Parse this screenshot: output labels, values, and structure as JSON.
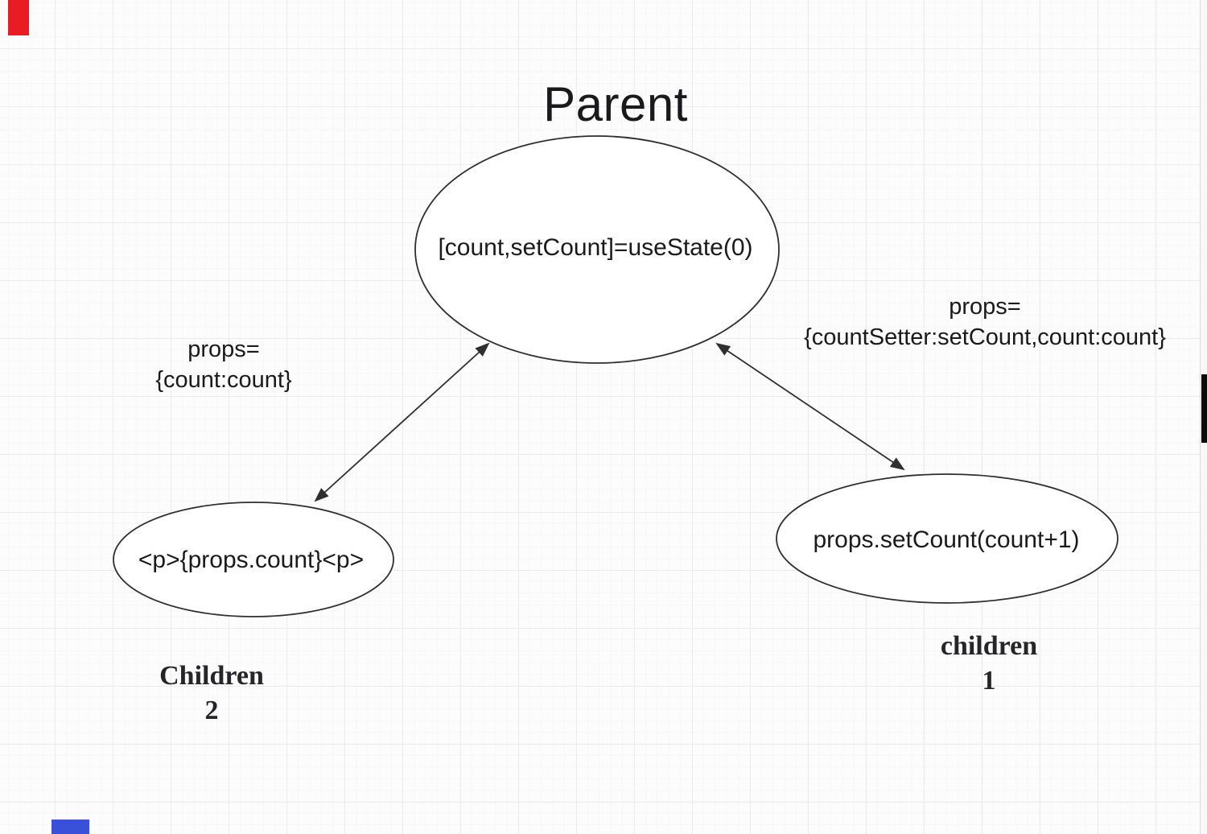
{
  "diagram": {
    "title": "Parent",
    "nodes": [
      {
        "id": "parent",
        "label": "[count,setCount]=useState(0)",
        "shape": "ellipse"
      },
      {
        "id": "children2",
        "label": "<p>{props.count}<p>",
        "shape": "ellipse",
        "caption": [
          "Children",
          "2"
        ]
      },
      {
        "id": "children1",
        "label": "props.setCount(count+1)",
        "shape": "ellipse",
        "caption": [
          "children",
          "1"
        ]
      }
    ],
    "edges": [
      {
        "from": "parent",
        "to": "children2",
        "direction": "bidirectional",
        "label": [
          "props=",
          "{count:count}"
        ]
      },
      {
        "from": "parent",
        "to": "children1",
        "direction": "bidirectional",
        "label": [
          "props=",
          "{countSetter:setCount,count:count}"
        ]
      }
    ]
  },
  "colors": {
    "shape_stroke": "#2f2f31",
    "shape_fill": "#ffffff",
    "text": "#1a1a1c",
    "red_marker": "#ea1c23",
    "blue_marker": "#3950d8",
    "scrollbar_thumb": "#0b0b0b"
  }
}
